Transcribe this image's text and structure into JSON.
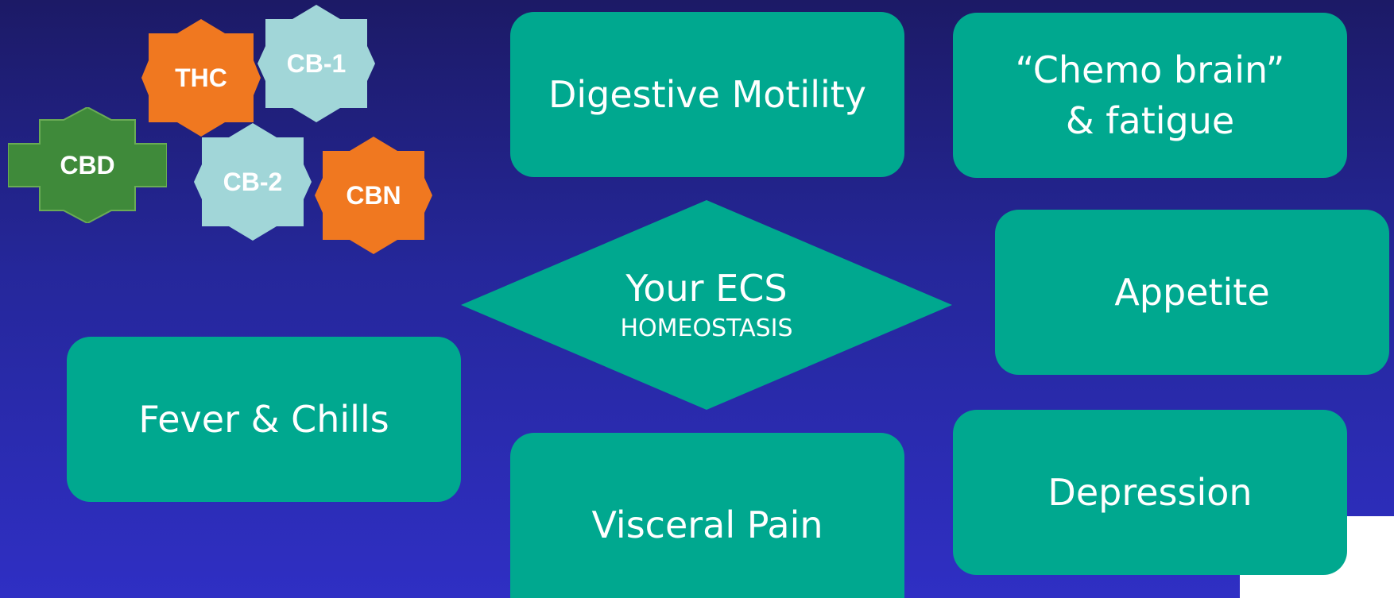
{
  "colors": {
    "card": "#00a88f",
    "orange_badge": "#f07820",
    "blue_badge": "#a1d6d8",
    "green_badge": "#3f8a3a",
    "background_top": "#1c1a66",
    "background_bottom": "#2f2fc4"
  },
  "badges": {
    "thc": "THC",
    "cb1": "CB-1",
    "cbd": "CBD",
    "cb2": "CB-2",
    "cbn": "CBN"
  },
  "center": {
    "title": "Your ECS",
    "subtitle": "HOMEOSTASIS"
  },
  "cards": {
    "digestive_motility": "Digestive Motility",
    "chemo_brain": "“Chemo brain” & fatigue",
    "appetite": "Appetite",
    "fever_chills": "Fever & Chills",
    "visceral_pain": "Visceral Pain",
    "depression": "Depression"
  }
}
